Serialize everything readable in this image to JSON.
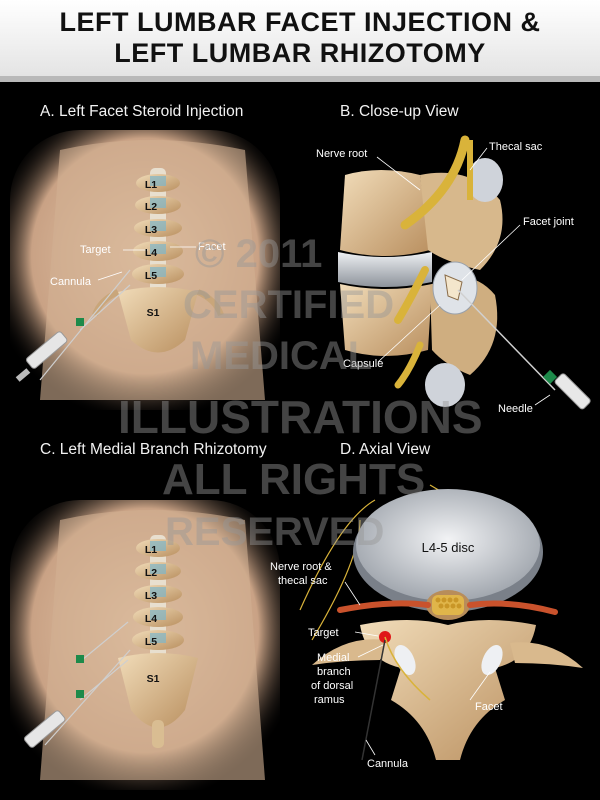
{
  "title": {
    "line1": "LEFT LUMBAR FACET INJECTION &",
    "line2": "LEFT LUMBAR RHIZOTOMY"
  },
  "panels": {
    "a": {
      "title": "A. Left Facet Steroid Injection",
      "vertebrae": [
        "L1",
        "L2",
        "L3",
        "L4",
        "L5",
        "S1"
      ],
      "labels": {
        "target": "Target",
        "facet": "Facet",
        "cannula": "Cannula"
      }
    },
    "b": {
      "title": "B. Close-up View",
      "labels": {
        "nerve_root": "Nerve root",
        "thecal_sac": "Thecal sac",
        "facet_joint": "Facet joint",
        "capsule": "Capsule",
        "needle": "Needle"
      }
    },
    "c": {
      "title": "C. Left Medial Branch Rhizotomy",
      "vertebrae": [
        "L1",
        "L2",
        "L3",
        "L4",
        "L5",
        "S1"
      ]
    },
    "d": {
      "title": "D. Axial View",
      "labels": {
        "disc": "L4-5 disc",
        "nerve_root_1": "Nerve root &",
        "nerve_root_2": "thecal sac",
        "target": "Target",
        "medial_1": "Medial",
        "medial_2": "branch",
        "medial_3": "of dorsal",
        "medial_4": "ramus",
        "facet": "Facet",
        "cannula": "Cannula"
      }
    }
  },
  "watermark": [
    "© 2011",
    "CERTIFIED",
    "MEDICAL",
    "ILLUSTRATIONS",
    "ALL RIGHTS",
    "RESERVED"
  ],
  "colors": {
    "bone": "#e3c9a0",
    "nerve": "#d9b33a",
    "disc": "#b7bcc4",
    "target": "#e01818",
    "skin": "#d7b698"
  }
}
